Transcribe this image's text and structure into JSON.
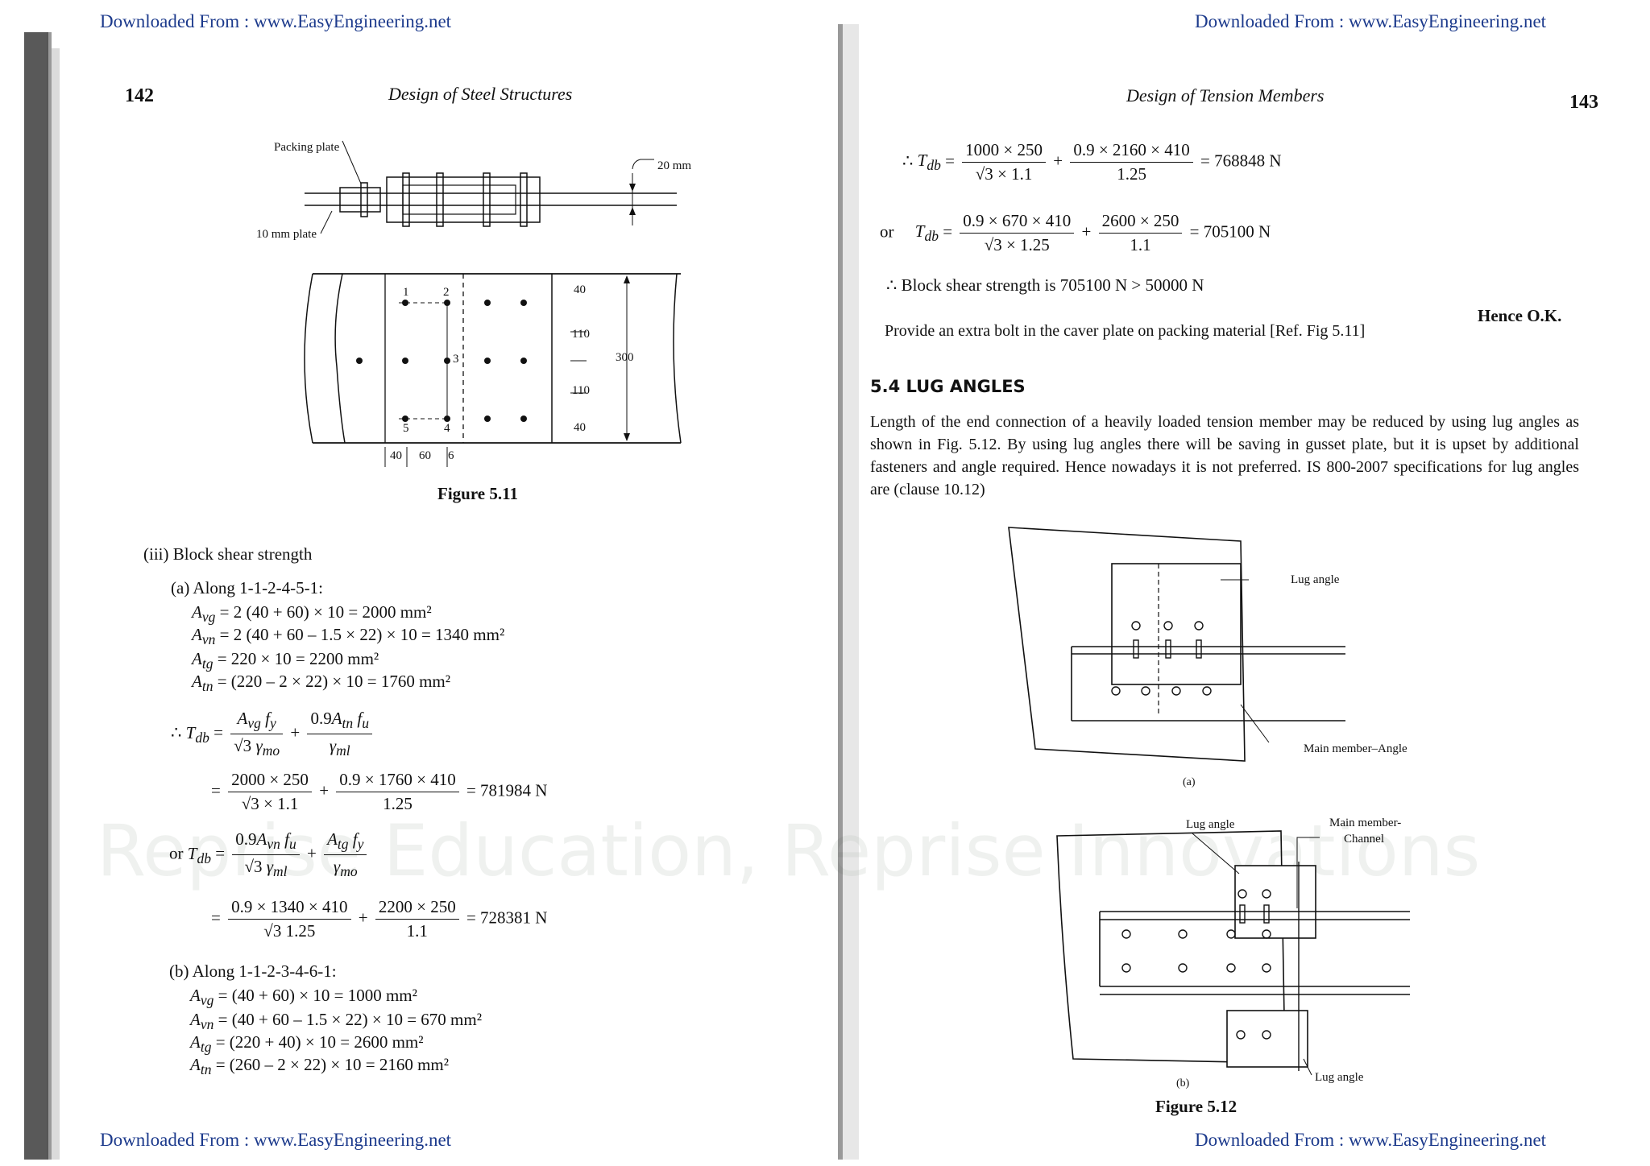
{
  "header": {
    "download_left": "Downloaded From : www.EasyEngineering.net",
    "download_right": "Downloaded From : www.EasyEngineering.net"
  },
  "footer": {
    "download_left": "Downloaded From : www.EasyEngineering.net",
    "download_right": "Downloaded From : www.EasyEngineering.net"
  },
  "watermark": "Reprise Education, Reprise Innovations",
  "left_page": {
    "page_number": "142",
    "running_head": "Design of Steel Structures",
    "figure_5_11": {
      "caption": "Figure 5.11",
      "labels": {
        "packing_plate": "Packing plate",
        "ten_mm_plate": "10 mm plate",
        "twenty_mm": "20 mm",
        "n1": "1",
        "n2": "2",
        "n3": "3",
        "n4": "4",
        "n5": "5",
        "d40a": "40",
        "d110a": "110",
        "d110b": "110",
        "d40b": "40",
        "d300": "300",
        "b40": "40",
        "b60": "60",
        "b6": "6"
      }
    },
    "block_shear": {
      "heading": "(iii) Block shear strength",
      "case_a": "(a) Along 1-1-2-4-5-1:",
      "avg_a": "= 2 (40 + 60) × 10 = 2000 mm²",
      "avn_a": "= 2 (40 + 60 – 1.5 × 22) × 10 = 1340 mm²",
      "atg_a": "= 220 × 10 = 2200 mm²",
      "atn_a": "= (220 – 2 × 22) × 10 = 1760 mm²",
      "result1": "= 781984 N",
      "result2": "= 728381 N",
      "case_b": "(b) Along 1-1-2-3-4-6-1:",
      "avg_b": "= (40 + 60) × 10 = 1000 mm²",
      "avn_b": "= (40 + 60 – 1.5 × 22) × 10 = 670 mm²",
      "atg_b": "= (220 + 40) × 10 = 2600 mm²",
      "atn_b": "= (260 – 2 × 22) × 10 = 2160 mm²"
    }
  },
  "right_page": {
    "page_number": "143",
    "running_head": "Design of Tension Members",
    "eq1_result": "= 768848 N",
    "eq2_result": "= 705100 N",
    "or_label": "or",
    "conclusion": "∴ Block shear strength is 705100 N > 50000 N",
    "hence_ok": "Hence O.K.",
    "provide_text": "Provide an extra bolt in the caver plate on packing material [Ref. Fig 5.11]",
    "section_title": "5.4  LUG ANGLES",
    "paragraph": "Length of the end connection of a heavily loaded tension member may be reduced by using lug angles as shown in Fig. 5.12. By using lug angles there will be saving in gusset plate, but it is upset by additional fasteners and angle required. Hence nowadays it is not preferred. IS 800-2007 specifications for lug angles are (clause 10.12)",
    "figure_5_12": {
      "caption": "Figure 5.12",
      "lug_angle_a": "Lug angle",
      "main_member_angle": "Main member–Angle",
      "sub_a": "(a)",
      "lug_angle_b1": "Lug angle",
      "main_member_channel_1": "Main member-",
      "main_member_channel_2": "Channel",
      "lug_angle_b2": "Lug angle",
      "sub_b": "(b)"
    }
  },
  "colors": {
    "download_link": "#1c3a8c",
    "text": "#111111"
  }
}
